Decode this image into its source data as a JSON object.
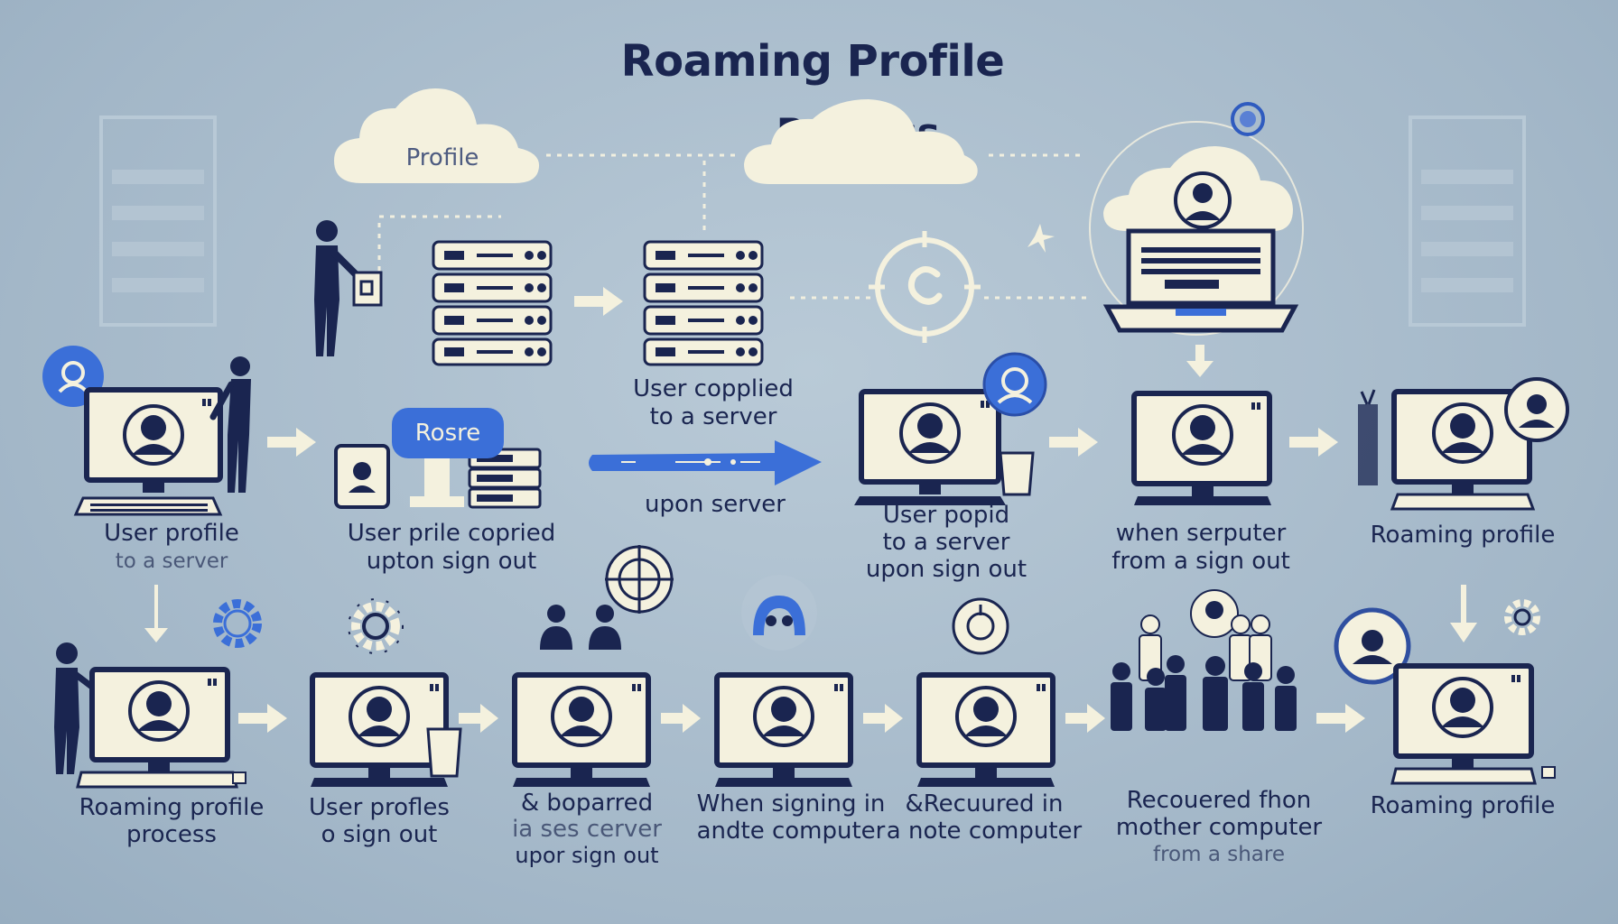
{
  "title": {
    "line1": "Roaming Profile",
    "line2": "Process"
  },
  "top": {
    "cloud_left_label": "Profile",
    "server_badge": "Rosre",
    "server_label": {
      "l1": "User copplied",
      "l2": "to a server"
    },
    "arrow_label": "upon server"
  },
  "row1": [
    {
      "l1": "User profile",
      "l2": "to a server"
    },
    {
      "l1": "User prile copried",
      "l2": "upton sign out"
    },
    {
      "l1": "User popid",
      "l2": "to a server",
      "l3": "upon sign out"
    },
    {
      "l1": "when serputer",
      "l2": "from a sign out"
    },
    {
      "l1": "Roaming profile"
    }
  ],
  "row2": [
    {
      "l1": "Roaming profile",
      "l2": "process"
    },
    {
      "l1": "User profles",
      "l2": "o sign out"
    },
    {
      "l1": "& boparred",
      "l2": "ia ses cerver",
      "l3": "upor sign out"
    },
    {
      "l1": "When signing in",
      "l2": "andte computer"
    },
    {
      "l1": "&Recuured in",
      "l2": "a note computer"
    },
    {
      "l1": "Recouered fhon",
      "l2": "mother computer",
      "l3": "from a share"
    },
    {
      "l1": "Roaming profile"
    }
  ],
  "colors": {
    "background": "#a9bccc",
    "navy": "#1a2550",
    "screen": "#f4f1de",
    "accent_blue": "#3b6fd8"
  }
}
